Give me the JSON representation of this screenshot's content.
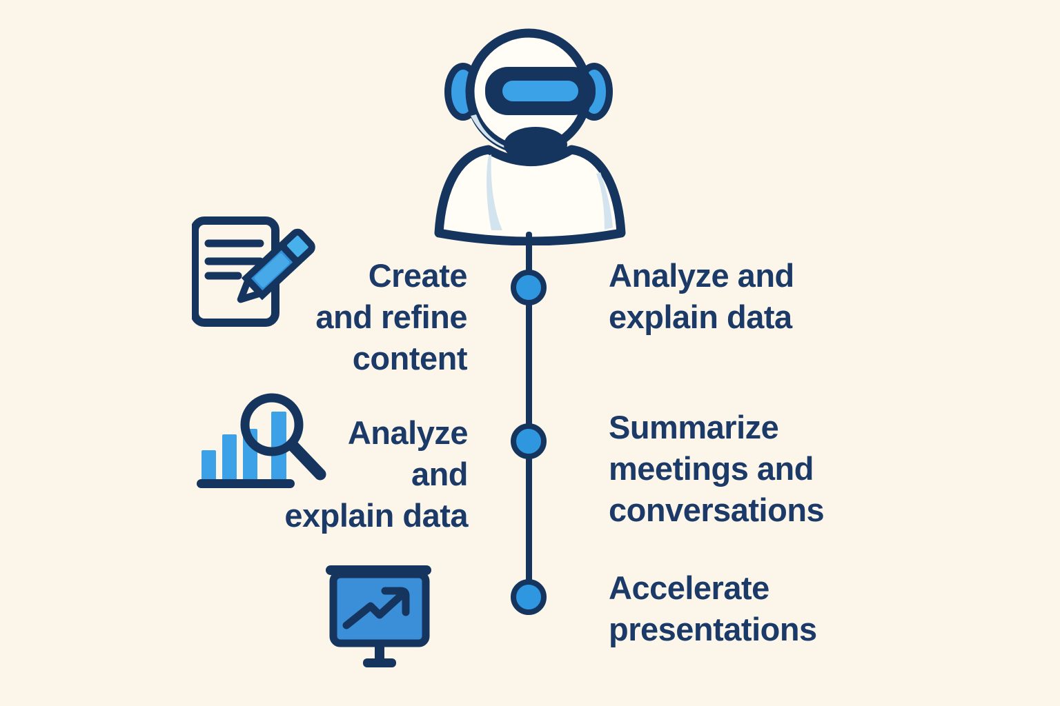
{
  "figure": {
    "description": "AI assistant robot infographic with timeline of capabilities",
    "robot_icon": "ai-robot-icon"
  },
  "left_column": {
    "items": [
      {
        "icon_name": "document-pencil-icon",
        "label": "Create\nand refine\ncontent"
      },
      {
        "icon_name": "bar-chart-magnifier-icon",
        "label": "Analyze\nand\nexplain data"
      },
      {
        "icon_name": "presentation-trend-icon",
        "label": ""
      }
    ]
  },
  "right_column": {
    "items": [
      {
        "label": "Analyze and\nexplain data"
      },
      {
        "label": "Summarize\nmeetings and\nconversations"
      },
      {
        "label": "Accelerate\npresentations"
      }
    ]
  },
  "timeline": {
    "node_count": 3
  },
  "colors": {
    "background": "#fbf6e9",
    "outline_navy": "#16355e",
    "text_navy": "#1c3a67",
    "accent_blue": "#3398e0",
    "light_blue": "#4cb2ec",
    "node_fill": "#2f96e0"
  }
}
